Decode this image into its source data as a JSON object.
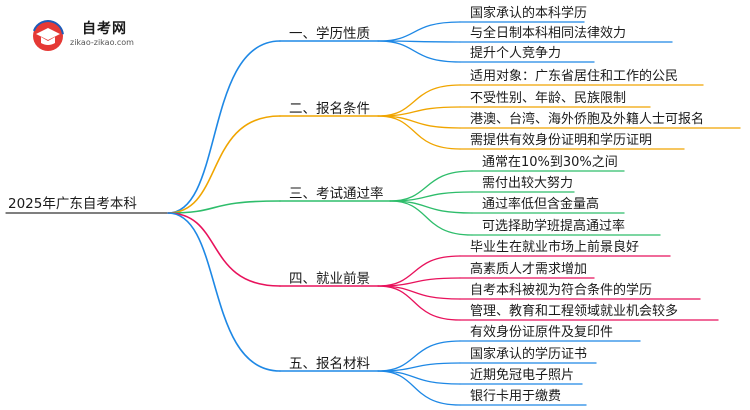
{
  "logo": {
    "title": "自考网",
    "url": "zikao-zikao.com",
    "icon": "graduation-cap-icon"
  },
  "root": "2025年广东自考本科",
  "colors": {
    "c1": "#1e88e5",
    "c2": "#f0a500",
    "c3": "#2ebd6b",
    "c4": "#e8125c",
    "c5": "#1e88e5"
  },
  "branches": [
    {
      "label": "一、学历性质",
      "items": [
        "国家承认的本科学历",
        "与全日制本科相同法律效力",
        "提升个人竞争力"
      ]
    },
    {
      "label": "二、报名条件",
      "items": [
        "适用对象：广东省居住和工作的公民",
        "不受性别、年龄、民族限制",
        "港澳、台湾、海外侨胞及外籍人士可报名",
        "需提供有效身份证明和学历证明"
      ]
    },
    {
      "label": "三、考试通过率",
      "items": [
        "通常在10%到30%之间",
        "需付出较大努力",
        "通过率低但含金量高",
        "可选择助学班提高通过率"
      ]
    },
    {
      "label": "四、就业前景",
      "items": [
        "毕业生在就业市场上前景良好",
        "高素质人才需求增加",
        "自考本科被视为符合条件的学历",
        "管理、教育和工程领域就业机会较多"
      ]
    },
    {
      "label": "五、报名材料",
      "items": [
        "有效身份证原件及复印件",
        "国家承认的学历证书",
        "近期免冠电子照片",
        "银行卡用于缴费"
      ]
    }
  ]
}
